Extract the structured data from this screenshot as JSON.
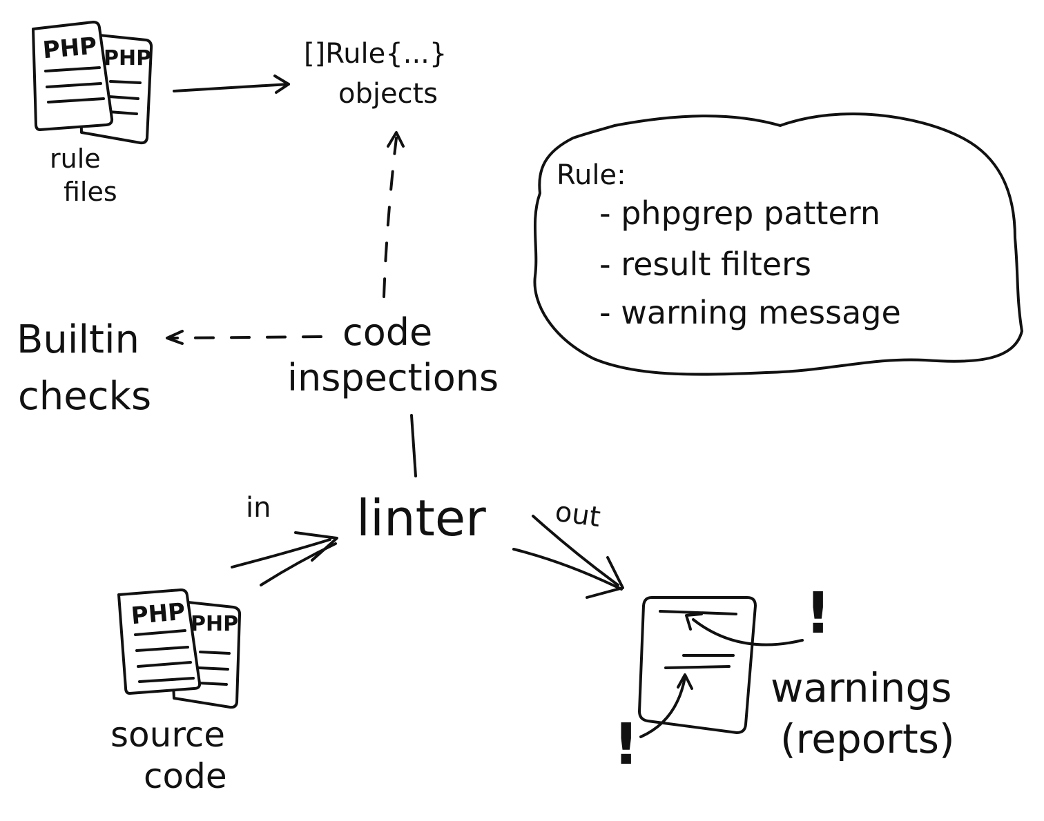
{
  "rule_files": {
    "doc_label_front": "PHP",
    "doc_label_back": "PHP",
    "caption_line1": "rule",
    "caption_line2": "files"
  },
  "rule_objects": {
    "line1": "[]Rule{...}",
    "line2": "objects"
  },
  "rule_note": {
    "title": "Rule:",
    "items": [
      "- phpgrep pattern",
      "- result filters",
      "- warning message"
    ]
  },
  "builtin_checks": {
    "line1": "Builtin",
    "line2": "checks"
  },
  "code_inspections": {
    "line1": "code",
    "line2": "inspections"
  },
  "linter": {
    "label": "linter",
    "in_label": "in",
    "out_label": "out"
  },
  "source_code": {
    "doc_label_front": "PHP",
    "doc_label_back": "PHP",
    "caption_line1": "source",
    "caption_line2": "code"
  },
  "warnings": {
    "line1": "warnings",
    "line2": "(reports)",
    "mark_top": "!",
    "mark_bottom": "!"
  }
}
